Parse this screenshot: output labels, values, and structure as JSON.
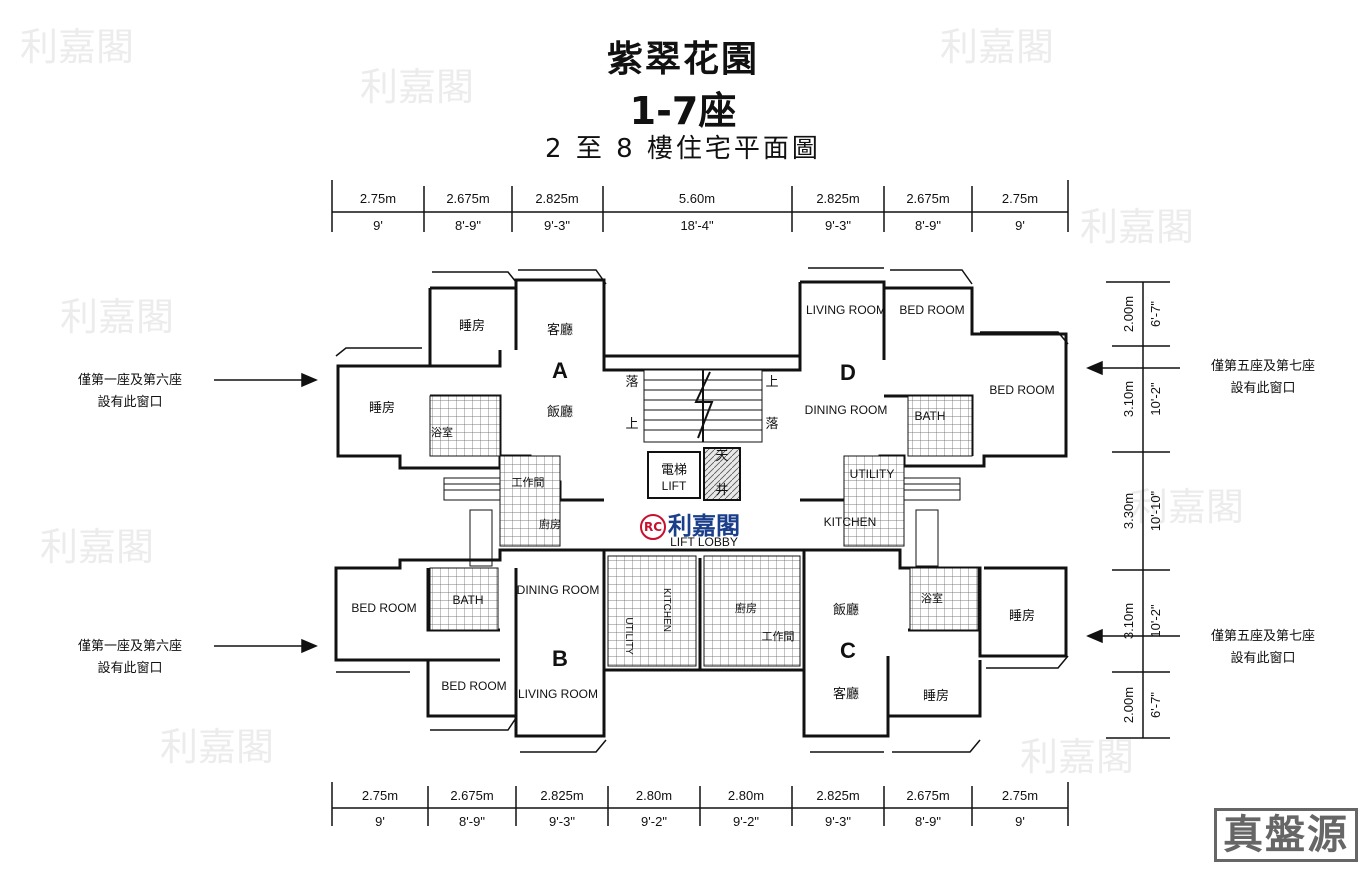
{
  "title": {
    "name": "紫翠花園",
    "blocks": "1-7座",
    "subtitle": "2 至 8 樓住宅平面圖"
  },
  "top_dims": {
    "metric": [
      "2.75m",
      "2.675m",
      "2.825m",
      "5.60m",
      "2.825m",
      "2.675m",
      "2.75m"
    ],
    "imperial": [
      "9'",
      "8'-9\"",
      "9'-3\"",
      "18'-4\"",
      "9'-3\"",
      "8'-9\"",
      "9'"
    ]
  },
  "bottom_dims": {
    "metric": [
      "2.75m",
      "2.675m",
      "2.825m",
      "2.80m",
      "2.80m",
      "2.825m",
      "2.675m",
      "2.75m"
    ],
    "imperial": [
      "9'",
      "8'-9\"",
      "9'-3\"",
      "9'-2\"",
      "9'-2\"",
      "9'-3\"",
      "8'-9\"",
      "9'"
    ]
  },
  "right_dims": {
    "metric": [
      "2.00m",
      "3.10m",
      "3.30m",
      "3.10m",
      "2.00m"
    ],
    "imperial": [
      "6'-7\"",
      "10'-2\"",
      "10'-10\"",
      "10'-2\"",
      "6'-7\""
    ]
  },
  "notes": {
    "left_top": {
      "line1": "僅第一座及第六座",
      "line2": "設有此窗口"
    },
    "left_bottom": {
      "line1": "僅第一座及第六座",
      "line2": "設有此窗口"
    },
    "right_top": {
      "line1": "僅第五座及第七座",
      "line2": "設有此窗口"
    },
    "right_bottom": {
      "line1": "僅第五座及第七座",
      "line2": "設有此窗口"
    }
  },
  "units": {
    "A": {
      "letter": "A",
      "bedroom1": "睡房",
      "living": "客廳",
      "bedroom2": "睡房",
      "dining": "飯廳",
      "bath": "浴室",
      "utility": "工作間",
      "kitchen": "廚房"
    },
    "B": {
      "letter": "B",
      "bedroom1": "BED ROOM",
      "bath": "BATH",
      "dining": "DINING ROOM",
      "bedroom2": "BED ROOM",
      "living": "LIVING ROOM"
    },
    "C": {
      "letter": "C",
      "dining": "飯廳",
      "bath": "浴室",
      "bedroom1": "睡房",
      "living": "客廳",
      "bedroom2": "睡房",
      "kitchen": "廚房",
      "utility": "工作間"
    },
    "D": {
      "letter": "D",
      "living": "LIVING ROOM",
      "bedroom1": "BED ROOM",
      "bedroom2": "BED ROOM",
      "dining": "DINING ROOM",
      "bath": "BATH",
      "utility": "UTILITY",
      "kitchen": "KITCHEN"
    }
  },
  "core": {
    "lift_zh": "電梯",
    "lift_en": "LIFT",
    "lightwell_1": "天",
    "lightwell_2": "井",
    "lobby": "LIFT LOBBY",
    "down_1": "落",
    "up_1": "上",
    "up_2": "上",
    "down_2": "落",
    "kitchen_b": "KITCHEN",
    "utility_b": "UTILITY"
  },
  "logo": {
    "text": "利嘉閣",
    "icon": "rc-logo-icon"
  },
  "watermark": "利嘉閣",
  "brand_badge": "真盤源"
}
